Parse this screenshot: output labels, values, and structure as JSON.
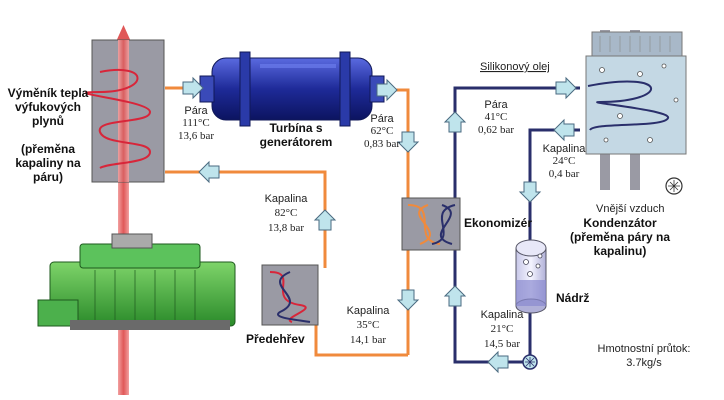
{
  "labels": {
    "heat_exchanger": [
      "Výměník tepla",
      "výfukových",
      "plynů"
    ],
    "heat_exchanger_note": [
      "(přeměna",
      "kapaliny na",
      "páru)"
    ],
    "turbine": [
      "Turbína s",
      "generátorem"
    ],
    "economizer": "Ekonomizér",
    "condenser": [
      "Kondenzátor",
      "(přeměna páry na",
      "kapalinu)"
    ],
    "tank": "Nádrž",
    "preheater": "Předehřev",
    "silicone_oil": "Silikonový olej",
    "outside_air": "Vnější vzduch",
    "mass_flow": [
      "Hmotnostní průtok:",
      "3.7kg/s"
    ]
  },
  "states": {
    "s1": {
      "medium": "Pára",
      "temp": "111°C",
      "pressure": "13,6 bar"
    },
    "s2": {
      "medium": "Pára",
      "temp": "62°C",
      "pressure": "0,83 bar"
    },
    "s3": {
      "medium": "Pára",
      "temp": "41°C",
      "pressure": "0,62 bar"
    },
    "s4": {
      "medium": "Kapalina",
      "temp": "24°C",
      "pressure": "0,4 bar"
    },
    "s5": {
      "medium": "Kapalina",
      "temp": "82°C",
      "pressure": "13,8 bar"
    },
    "s6": {
      "medium": "Kapalina",
      "temp": "35°C",
      "pressure": "14,1 bar"
    },
    "s7": {
      "medium": "Kapalina",
      "temp": "21°C",
      "pressure": "14,5 bar"
    }
  },
  "colors": {
    "hot_line": "#f08a3c",
    "cold_line": "#2a2f6b",
    "exhaust": "#e86a6a",
    "arrow_fill": "#bfe4ec",
    "box_fill": "#9a9aa4",
    "turbine": "#2a3aa8",
    "engine": "#3aa83a"
  }
}
